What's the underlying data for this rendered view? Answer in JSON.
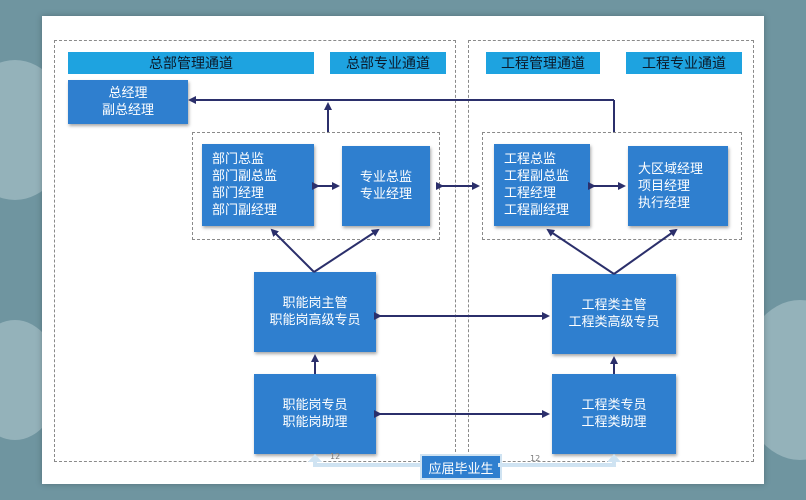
{
  "headers": {
    "hq_management": "总部管理通道",
    "hq_professional": "总部专业通道",
    "eng_management": "工程管理通道",
    "eng_professional": "工程专业通道"
  },
  "boxes": {
    "gm": [
      "总经理",
      "副总经理"
    ],
    "dept": [
      "部门总监",
      "部门副总监",
      "部门经理",
      "部门副经理"
    ],
    "pro_dir": [
      "专业总监",
      "专业经理"
    ],
    "func_sup": [
      "职能岗主管",
      "职能岗高级专员"
    ],
    "func_staff": [
      "职能岗专员",
      "职能岗助理"
    ],
    "eng_dir": [
      "工程总监",
      "工程副总监",
      "工程经理",
      "工程副经理"
    ],
    "region": [
      "大区域经理",
      "项目经理",
      "执行经理"
    ],
    "eng_sup": [
      "工程类主管",
      "工程类高级专员"
    ],
    "eng_staff": [
      "工程类专员",
      "工程类助理"
    ],
    "graduates": "应届毕业生"
  },
  "page_numbers": {
    "left": "12",
    "right": "12"
  },
  "colors": {
    "box": "#2f7fcf",
    "header": "#1ea3e0",
    "arrow": "#2b2f6b"
  }
}
